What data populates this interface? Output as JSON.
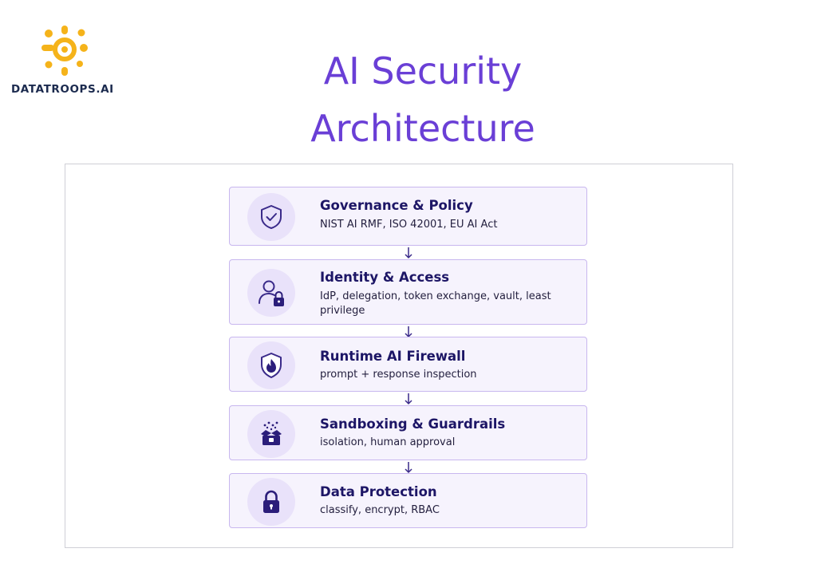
{
  "logo": {
    "text": "DATATROOPS.AI",
    "icon": "sun-logo-icon",
    "color": "#f5b31a"
  },
  "title": {
    "line1": "AI Security",
    "line2": "Architecture",
    "color": "#6a3fd6"
  },
  "layers": [
    {
      "title": "Governance & Policy",
      "description": "NIST AI RMF, ISO 42001, EU AI Act",
      "icon": "shield-check-icon"
    },
    {
      "title": "Identity & Access",
      "description": "IdP, delegation, token exchange, vault, least privilege",
      "icon": "user-lock-icon"
    },
    {
      "title": "Runtime AI Firewall",
      "description": "prompt + response inspection",
      "icon": "shield-flame-icon"
    },
    {
      "title": "Sandboxing & Guardrails",
      "description": "isolation, human approval",
      "icon": "sandbox-box-icon"
    },
    {
      "title": "Data Protection",
      "description": "classify, encrypt, RBAC",
      "icon": "padlock-icon"
    }
  ],
  "colors": {
    "accent": "#6a3fd6",
    "layer_border": "#c8b7ef",
    "layer_bg": "#f6f3fd",
    "heading": "#1d1666",
    "icon_bg": "#e9e2fa"
  }
}
